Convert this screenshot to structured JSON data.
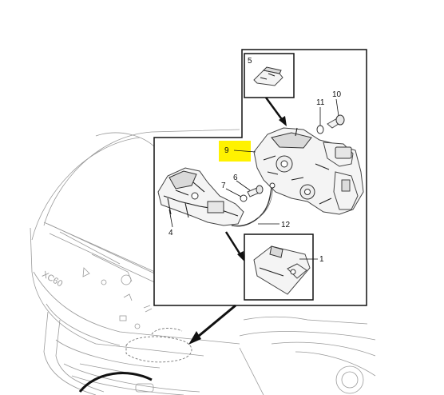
{
  "vehicle": {
    "badge": "XC60"
  },
  "callouts": {
    "part_1": "1",
    "part_4": "4",
    "part_5": "5",
    "part_6": "6",
    "part_7": "7",
    "part_9": "9",
    "part_10": "10",
    "part_11": "11",
    "part_12": "12"
  },
  "colors": {
    "highlight": "#fff200",
    "line_art": "#222222",
    "vehicle_outline": "#9a9a9a",
    "arrow": "#111111"
  }
}
